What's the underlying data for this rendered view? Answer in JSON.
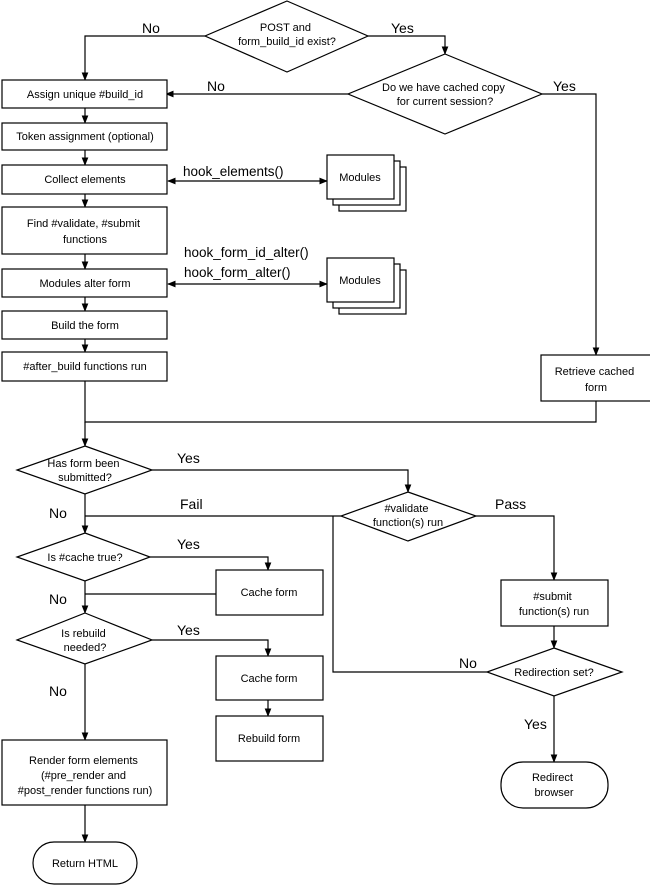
{
  "nodes": {
    "post_check": [
      "POST and",
      "form_build_id exist?"
    ],
    "cached_check": [
      "Do we have cached copy",
      "for current session?"
    ],
    "assign_build_id": [
      "Assign unique #build_id"
    ],
    "token_assignment": [
      "Token assignment (optional)"
    ],
    "collect_elements": [
      "Collect elements"
    ],
    "find_validate_submit": [
      "Find #validate, #submit",
      "functions"
    ],
    "modules_alter_form": [
      "Modules alter form"
    ],
    "build_form": [
      "Build the form"
    ],
    "after_build": [
      "#after_build functions run"
    ],
    "retrieve_cached": [
      "Retrieve cached",
      "form"
    ],
    "modules_1": [
      "Modules"
    ],
    "modules_2": [
      "Modules"
    ],
    "submitted_check": [
      "Has form been",
      "submitted?"
    ],
    "validate_check": [
      "#validate",
      "function(s) run"
    ],
    "cache_true_check": [
      "Is #cache true?"
    ],
    "cache_form_1": [
      "Cache form"
    ],
    "rebuild_check": [
      "Is rebuild",
      "needed?"
    ],
    "cache_form_2": [
      "Cache form"
    ],
    "rebuild_form": [
      "Rebuild form"
    ],
    "submit_run": [
      "#submit",
      "function(s) run"
    ],
    "redirection_check": [
      "Redirection set?"
    ],
    "render_elements": [
      "Render form elements",
      "(#pre_render and",
      "#post_render functions run)"
    ],
    "redirect_browser": [
      "Redirect",
      "browser"
    ],
    "return_html": [
      "Return HTML"
    ]
  },
  "edge_labels": {
    "post_no": "No",
    "post_yes": "Yes",
    "cached_no": "No",
    "cached_yes": "Yes",
    "hook_elements": "hook_elements()",
    "hook_form_id_alter": "hook_form_id_alter()",
    "hook_form_alter": "hook_form_alter()",
    "submitted_yes": "Yes",
    "submitted_no": "No",
    "validate_fail": "Fail",
    "validate_pass": "Pass",
    "cache_yes": "Yes",
    "cache_no": "No",
    "rebuild_yes": "Yes",
    "rebuild_no": "No",
    "redirect_no": "No",
    "redirect_yes": "Yes"
  }
}
